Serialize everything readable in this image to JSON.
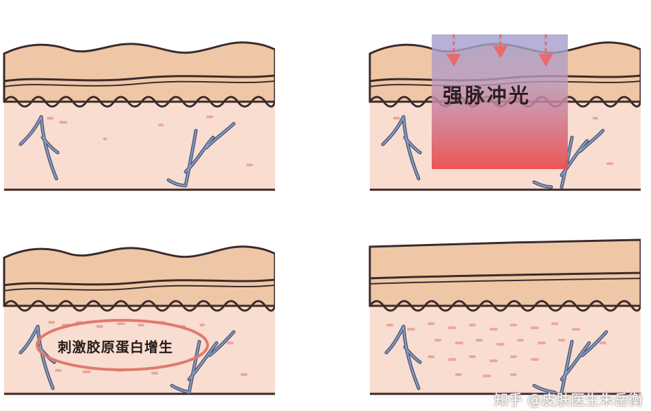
{
  "ipl_label": "强脉冲光",
  "collagen_label": "刺激胶原蛋白增生",
  "watermark": "知乎 @皮肤医生朱岳衡",
  "colors": {
    "epidermis": "#efc7a6",
    "dermis": "#f9ddd0",
    "outline": "#3a2b2b",
    "vessel": "#4c5a78",
    "vessel_light": "#8ea0c8",
    "ipl_top": "#9aa6d8",
    "ipl_bottom": "#ec4e4e",
    "ellipse": "#e07a6c",
    "dots": "#e9a89e"
  },
  "panels": [
    {
      "id": "before"
    },
    {
      "id": "ipl-treatment"
    },
    {
      "id": "collagen-stimulation"
    },
    {
      "id": "after"
    }
  ]
}
